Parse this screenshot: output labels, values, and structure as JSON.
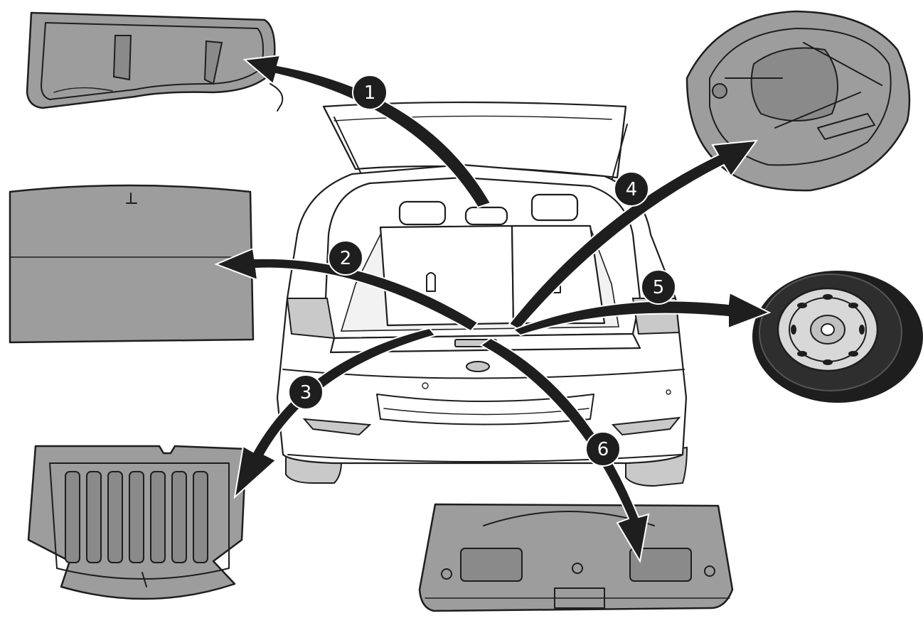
{
  "diagram": {
    "callouts": [
      {
        "id": 1,
        "label": "1"
      },
      {
        "id": 2,
        "label": "2"
      },
      {
        "id": 3,
        "label": "3"
      },
      {
        "id": 4,
        "label": "4"
      },
      {
        "id": 5,
        "label": "5"
      },
      {
        "id": 6,
        "label": "6"
      }
    ],
    "colors": {
      "part_fill": "#9d9d9d",
      "outline": "#1e1e1e",
      "callout_fill": "#1e1e1e",
      "callout_text": "#ffffff"
    }
  }
}
